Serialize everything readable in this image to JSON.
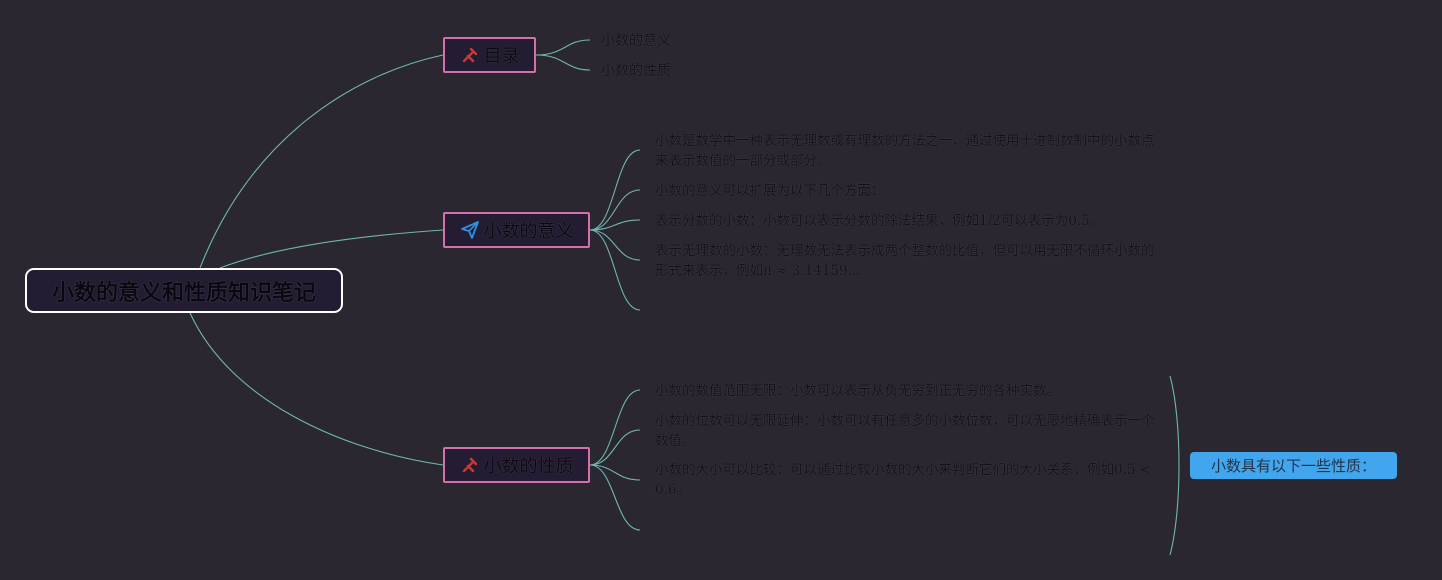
{
  "root": {
    "label": "小数的意义和性质知识笔记"
  },
  "branches": [
    {
      "label": "目录",
      "icon": "tools-icon",
      "icon_color": "#d3352f",
      "children": [
        "小数的意义",
        "小数的性质"
      ]
    },
    {
      "label": "小数的意义",
      "icon": "paper-plane-icon",
      "icon_color": "#2f8fe0",
      "children": [
        "小数是数学中一种表示无理数或有理数的方法之一，通过使用十进制数制中的小数点来表示数值的一部分或部分。",
        "小数的意义可以扩展为以下几个方面：",
        "表示分数的小数：小数可以表示分数的除法结果，例如1/2可以表示为0.5。",
        "表示无理数的小数：无理数无法表示成两个整数的比值，但可以用无限不循环小数的形式来表示，例如π ≈ 3.14159..."
      ]
    },
    {
      "label": "小数的性质",
      "icon": "tools-icon",
      "icon_color": "#d3352f",
      "children": [
        "小数的数值范围无限：小数可以表示从负无穷到正无穷的各种实数。",
        "小数的位数可以无限延伸：小数可以有任意多的小数位数，可以无限地精确表示一个数值。",
        "小数的大小可以比较：可以通过比较小数的大小来判断它们的大小关系，例如0.5 < 0.6。"
      ]
    }
  ],
  "summary": {
    "label": "小数具有以下一些性质："
  },
  "colors": {
    "background": "#2b2730",
    "connector": "#6fb6b1",
    "branch_border": "#d172a8",
    "root_border": "#ffffff",
    "summary_fill": "#41a6ee"
  }
}
